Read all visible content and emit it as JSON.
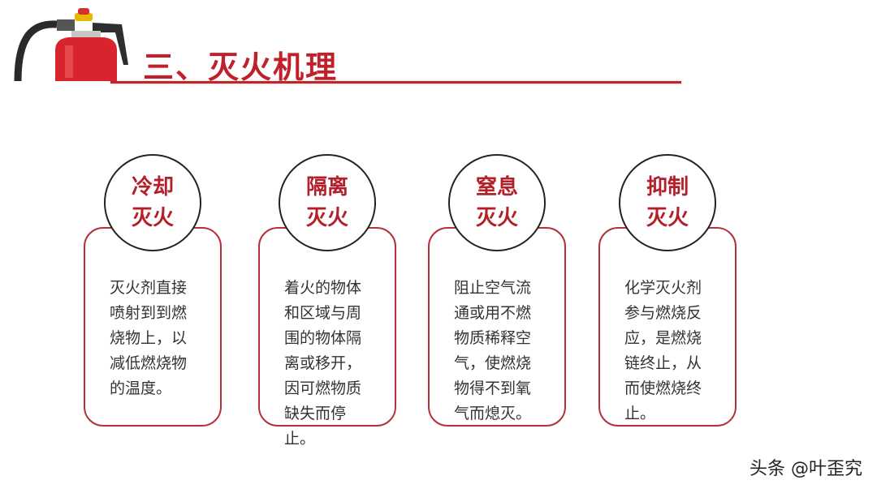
{
  "header": {
    "title": "三、灭火机理",
    "icon": "fire-extinguisher-icon",
    "accent_color": "#c0202a"
  },
  "cards": [
    {
      "title": "冷却\n灭火",
      "body": "灭火剂直接\n喷射到到燃\n烧物上，以\n减低燃烧物\n的温度。"
    },
    {
      "title": "隔离\n灭火",
      "body": "着火的物体\n和区域与周\n围的物体隔\n离或移开，\n因可燃物质\n缺失而停止。"
    },
    {
      "title": "窒息\n灭火",
      "body": "阻止空气流\n通或用不燃\n物质稀释空\n气，使燃烧\n物得不到氧\n气而熄灭。"
    },
    {
      "title": "抑制\n灭火",
      "body": "化学灭火剂\n参与燃烧反\n应，是燃烧\n链终止，从\n而使燃烧终\n止。"
    }
  ],
  "watermark": "头条 @叶歪究"
}
